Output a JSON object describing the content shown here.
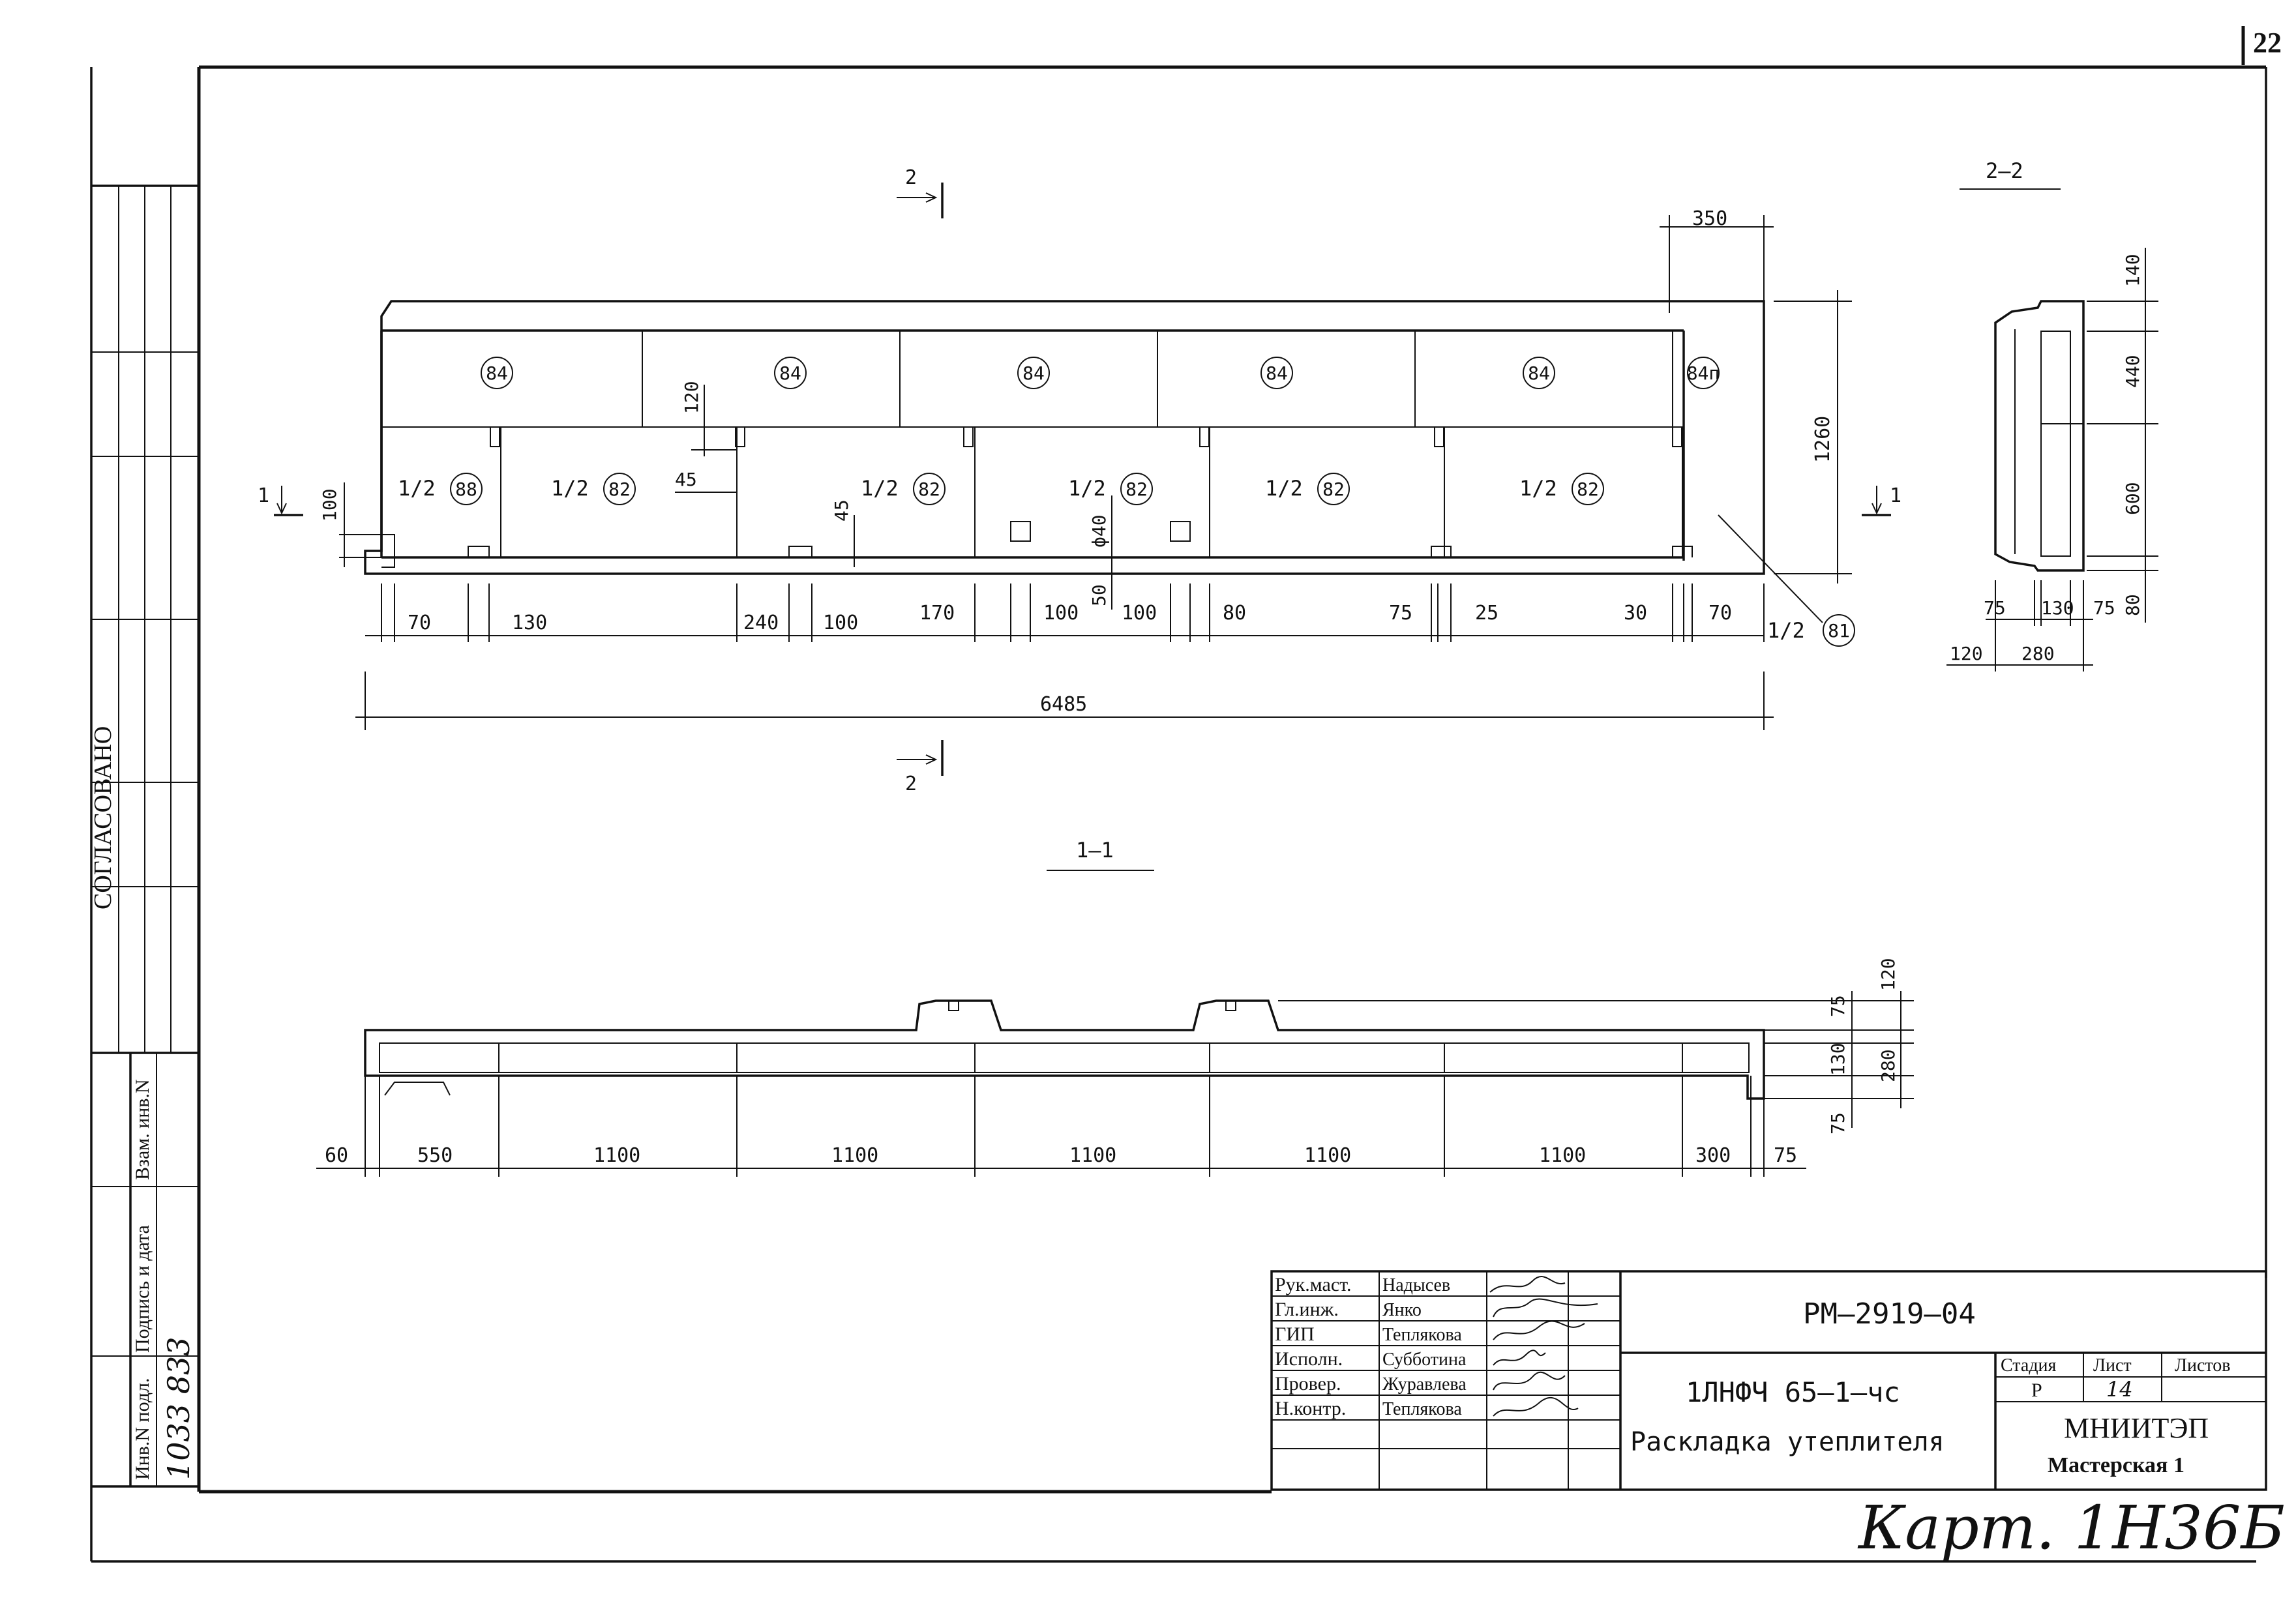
{
  "sheet_number": "22",
  "side_stamp": {
    "agreed": "СОГЛАСОВАНО",
    "inv_orig": "Инв.N подл.",
    "sign_date": "Подпись и дата",
    "replace_inv": "Взам. инв.N",
    "inv_value": "1033 833"
  },
  "plan": {
    "section_mark_top": "2",
    "section_mark_bottom": "2",
    "cut_left": "1",
    "cut_right": "1",
    "top_row_marks": [
      "84",
      "84",
      "84",
      "84",
      "84",
      "84п"
    ],
    "half_label": "1/2",
    "bottom_row_marks": [
      "88",
      "82",
      "82",
      "82",
      "82",
      "82"
    ],
    "leader_mark": "81",
    "dim_350": "350",
    "dim_1260": "1260",
    "dim_120": "120",
    "dim_45a": "45",
    "dim_45b": "45",
    "dim_100_left": "100",
    "dim_phi": "ϕ40",
    "dim_50": "50",
    "bottom_dims": [
      "70",
      "130",
      "240",
      "100",
      "170",
      "100",
      "100",
      "80",
      "75",
      "25",
      "30",
      "70"
    ],
    "overall": "6485"
  },
  "section_2_2": {
    "title": "2–2",
    "right_dims": [
      "140",
      "440",
      "600",
      "80"
    ],
    "bottom_dims": [
      "75",
      "130",
      "75",
      "120",
      "280"
    ]
  },
  "section_1_1": {
    "title": "1–1",
    "bottom_dims": [
      "60",
      "550",
      "1100",
      "1100",
      "1100",
      "1100",
      "1100",
      "300",
      "75"
    ],
    "right_dims": [
      "120",
      "75",
      "130",
      "75",
      "280"
    ]
  },
  "title_block": {
    "roles": [
      "Рук.маст.",
      "Гл.инж.",
      "ГИП",
      "Исполн.",
      "Провер.",
      "Н.контр."
    ],
    "names": [
      "Надысев",
      "Янко",
      "Теплякова",
      "Субботина",
      "Журавлева",
      "Теплякова"
    ],
    "doc_code": "РМ–2919–04",
    "product": "1ЛНФЧ  65–1–чс",
    "title": "Раскладка  утеплителя",
    "stage_label": "Стадия",
    "sheet_label": "Лист",
    "sheets_label": "Листов",
    "stage_value": "Р",
    "sheet_value": "14",
    "org": "МНИИТЭП",
    "workshop": "Мастерская  1"
  },
  "handwritten_note": "Карт. 1Н36Б"
}
